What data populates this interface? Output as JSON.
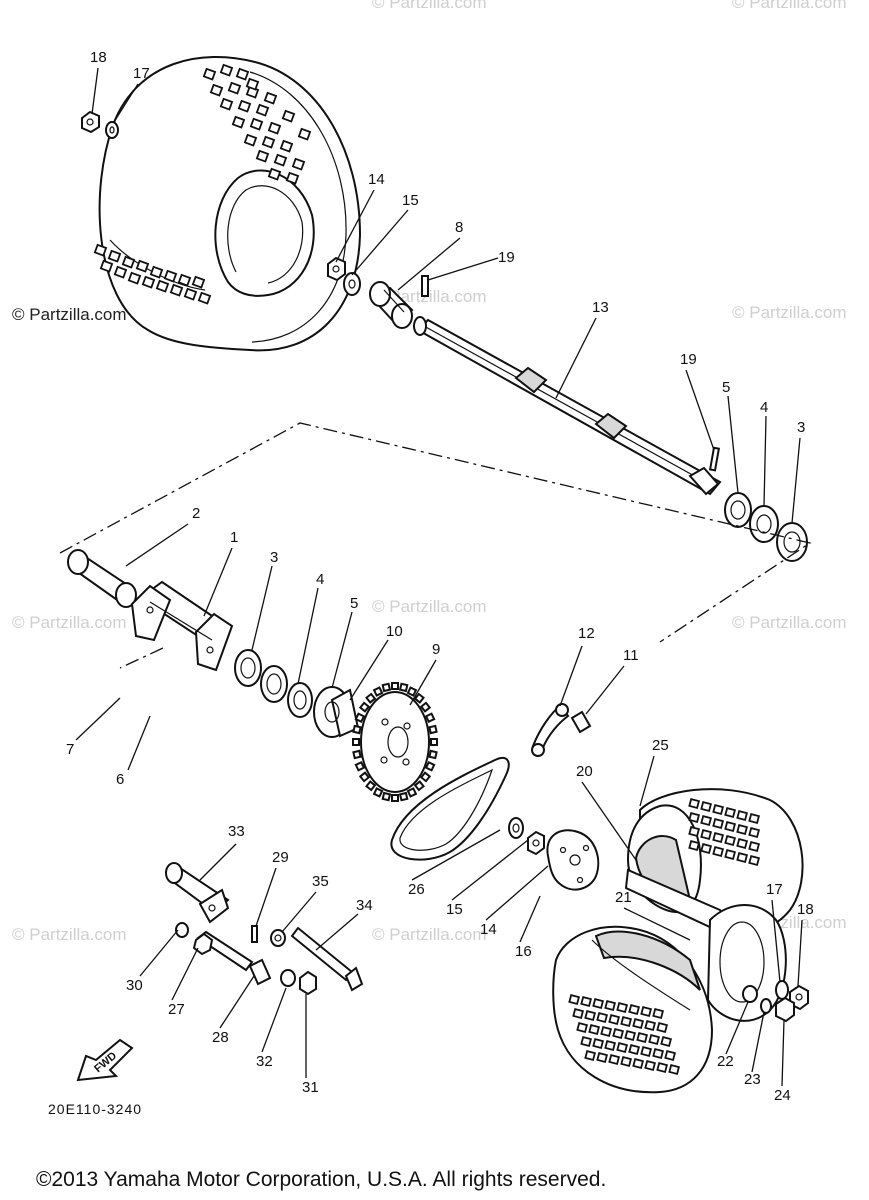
{
  "watermark": {
    "brand": "© Partzilla.com"
  },
  "callouts": [
    "18",
    "17",
    "14",
    "15",
    "8",
    "19",
    "13",
    "19",
    "5",
    "4",
    "3",
    "2",
    "1",
    "3",
    "4",
    "5",
    "10",
    "9",
    "12",
    "11",
    "7",
    "6",
    "25",
    "20",
    "33",
    "29",
    "35",
    "34",
    "26",
    "15",
    "14",
    "16",
    "21",
    "17",
    "18",
    "30",
    "27",
    "28",
    "32",
    "31",
    "22",
    "23",
    "24"
  ],
  "fwd_label": "FWD",
  "diagram_code": "20E110-3240",
  "copyright": "©2013 Yamaha Motor Corporation, U.S.A. All rights reserved."
}
